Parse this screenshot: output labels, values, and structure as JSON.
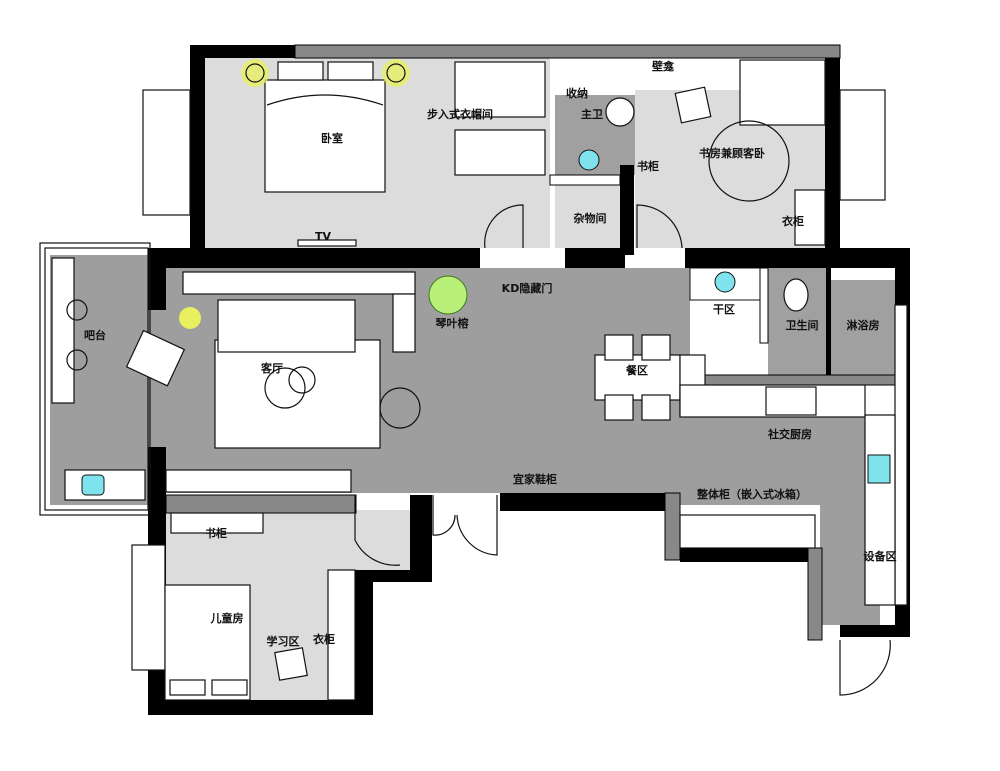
{
  "colors": {
    "wall": "#000000",
    "floor_dark": "#9e9e9e",
    "floor_light": "#dcdcdc",
    "lamp": "#e8f060",
    "plant": "#b8f07a",
    "fixture": "#7fe3ee"
  },
  "rooms": {
    "master_bedroom": "卧室",
    "walk_in_closet": "步入式衣帽间",
    "storage": "收纳",
    "master_bath": "主卫",
    "niche": "壁龛",
    "study_guest": "书房兼顾客卧",
    "study_bookcase": "书柜",
    "utility": "杂物间",
    "study_wardrobe": "衣柜",
    "tv": "TV",
    "hidden_door": "KD隐藏门",
    "fiddle_leaf": "琴叶榕",
    "bar": "吧台",
    "living": "客厅",
    "dry_area": "干区",
    "bathroom": "卫生间",
    "shower": "淋浴房",
    "dining": "餐区",
    "kitchen": "社交厨房",
    "tall_cabinet": "整体柜（嵌入式冰箱）",
    "shoe_cabinet": "宜家鞋柜",
    "kids_bookcase": "书柜",
    "kids_room": "儿童房",
    "study_area": "学习区",
    "kids_wardrobe": "衣柜",
    "equipment": "设备区"
  }
}
